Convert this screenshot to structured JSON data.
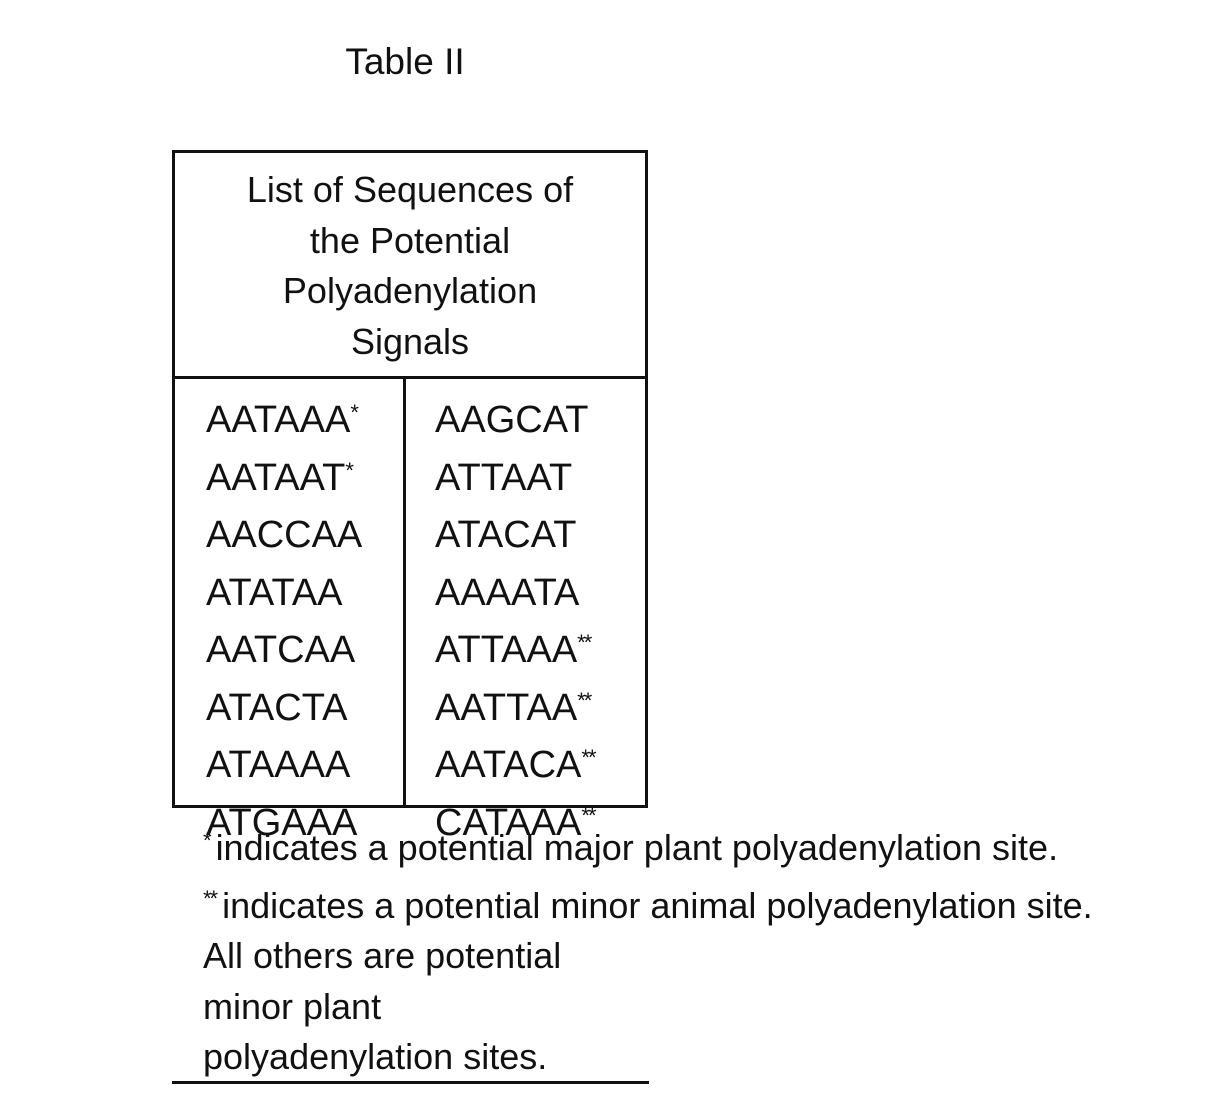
{
  "title": "Table II",
  "table": {
    "header_lines": [
      "List of Sequences of",
      "the Potential",
      "Polyadenylation",
      "Signals"
    ],
    "left_column": [
      {
        "seq": "AATAAA",
        "mark": "*"
      },
      {
        "seq": "AATAAT",
        "mark": "*"
      },
      {
        "seq": "AACCAA",
        "mark": ""
      },
      {
        "seq": "ATATAA",
        "mark": ""
      },
      {
        "seq": "AATCAA",
        "mark": ""
      },
      {
        "seq": "ATACTA",
        "mark": ""
      },
      {
        "seq": "ATAAAA",
        "mark": ""
      },
      {
        "seq": "ATGAAA",
        "mark": ""
      }
    ],
    "right_column": [
      {
        "seq": "AAGCAT",
        "mark": ""
      },
      {
        "seq": "ATTAAT",
        "mark": ""
      },
      {
        "seq": "ATACAT",
        "mark": ""
      },
      {
        "seq": "AAAATA",
        "mark": ""
      },
      {
        "seq": "ATTAAA",
        "mark": "**"
      },
      {
        "seq": "AATTAA",
        "mark": "**"
      },
      {
        "seq": "AATACA",
        "mark": "**"
      },
      {
        "seq": "CATAAA",
        "mark": "**"
      }
    ]
  },
  "notes": {
    "single_mark": "*",
    "single_text": "indicates a potential major plant polyadenylation site.",
    "double_mark": "**",
    "double_text": "indicates a potential minor animal polyadenylation site.",
    "other_lines": [
      "All others are potential",
      "minor plant",
      "polyadenylation sites."
    ]
  }
}
